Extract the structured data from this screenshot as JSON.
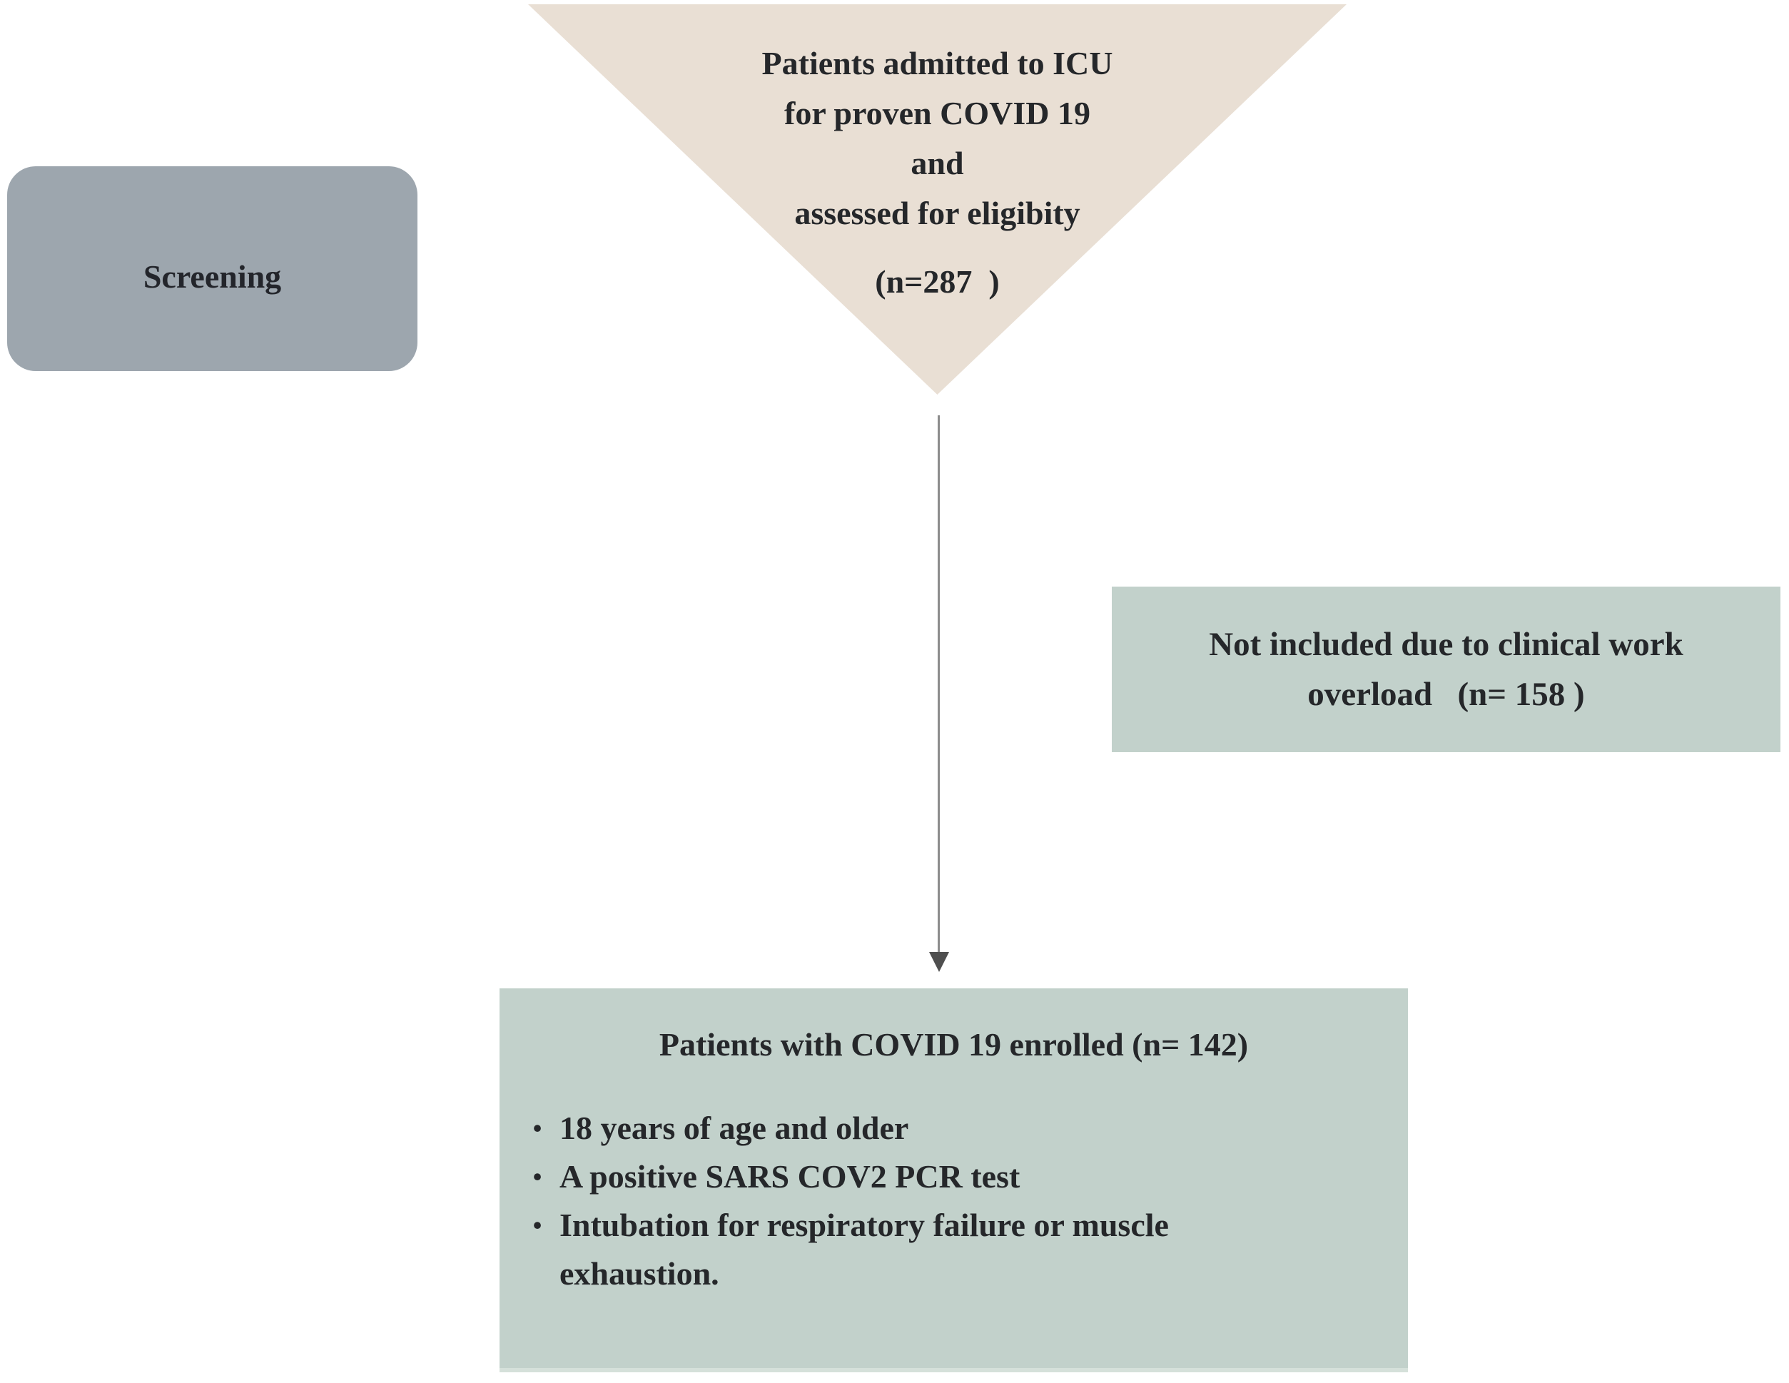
{
  "diagram": {
    "stage_label": "Screening",
    "funnel": {
      "text": "Patients admitted to ICU\nfor proven COVID 19\nand\nassessed for eligibity",
      "count": "(n=287  )",
      "fill": "#e9dfd4"
    },
    "exclusion_box": {
      "text": "Not included due to clinical work\noverload   (n= 158 )",
      "fill": "#c2d1cb"
    },
    "enrolled_box": {
      "title": "Patients with COVID 19 enrolled (n= 142)",
      "bullets": [
        "18 years of age and older",
        "A positive SARS COV2 PCR test",
        "Intubation for respiratory failure or muscle\nexhaustion."
      ],
      "fill": "#c2d1cb"
    },
    "colors": {
      "funnel_fill": "#e9dfd4",
      "stage_box_fill": "#9da6ae",
      "result_box_fill": "#c2d1cb",
      "arrow": "#8c8c8c",
      "text": "#25272a",
      "background": "#ffffff"
    }
  }
}
